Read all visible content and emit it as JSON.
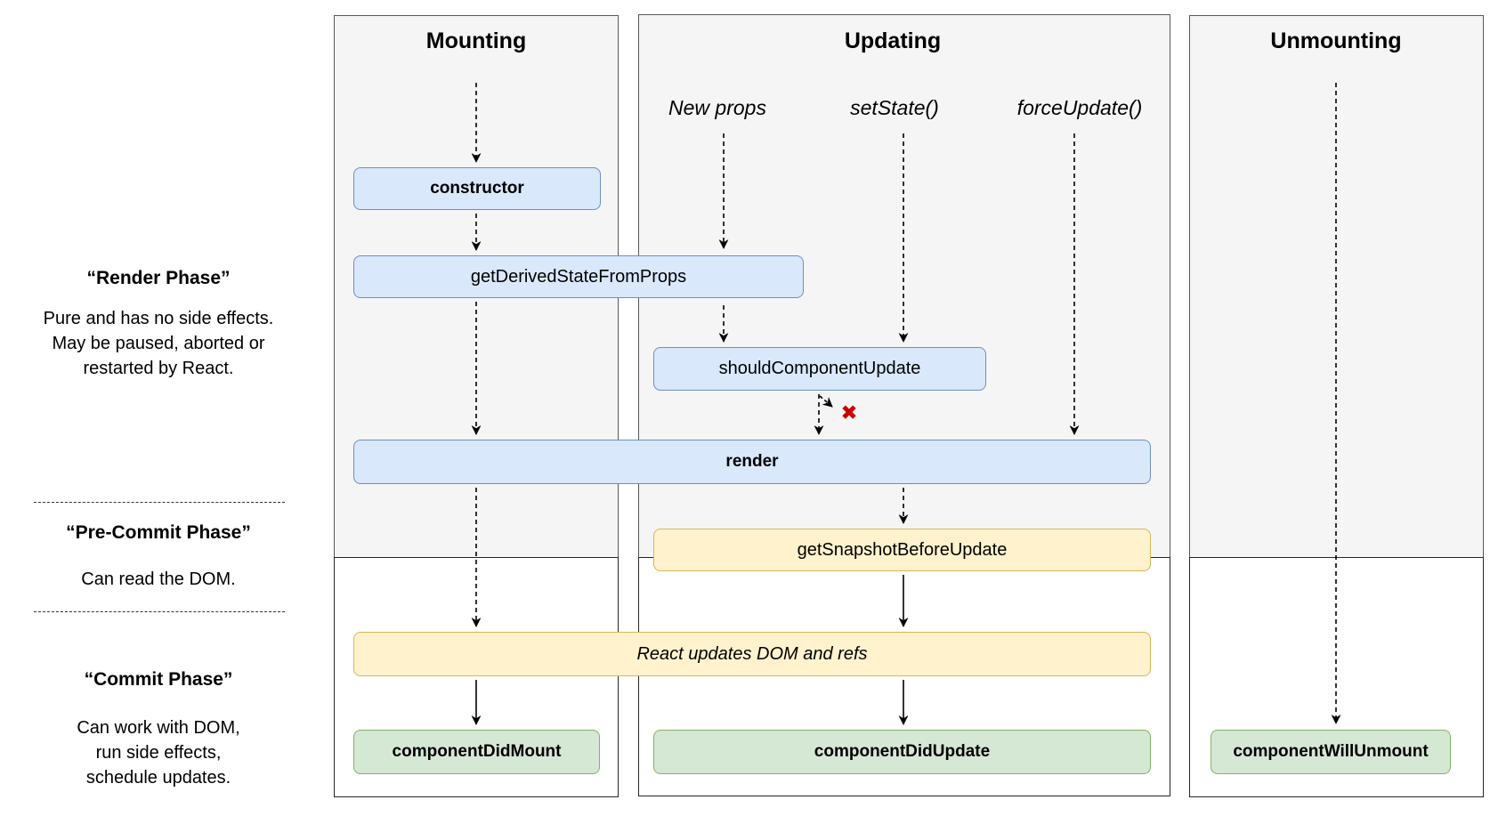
{
  "phase_panel": {
    "render_phase": {
      "title": "“Render Phase”",
      "lines": [
        "Pure and has no side effects.",
        "May be paused, aborted or",
        "restarted by React."
      ]
    },
    "pre_commit_phase": {
      "title": "“Pre-Commit Phase”",
      "lines": [
        "Can read the DOM."
      ]
    },
    "commit_phase": {
      "title": "“Commit Phase”",
      "lines": [
        "Can work with DOM,",
        "run side effects,",
        "schedule updates."
      ]
    }
  },
  "columns": {
    "mounting": {
      "title": "Mounting"
    },
    "updating": {
      "title": "Updating",
      "triggers": {
        "new_props": "New props",
        "set_state": "setState()",
        "force_update": "forceUpdate()"
      }
    },
    "unmounting": {
      "title": "Unmounting"
    }
  },
  "lifecycle_boxes": {
    "constructor": "constructor",
    "get_derived_state_from_props": "getDerivedStateFromProps",
    "should_component_update": "shouldComponentUpdate",
    "render": "render",
    "get_snapshot_before_update": "getSnapshotBeforeUpdate",
    "react_updates_dom_and_refs": "React updates DOM and refs",
    "component_did_mount": "componentDidMount",
    "component_did_update": "componentDidUpdate",
    "component_will_unmount": "componentWillUnmount"
  },
  "icons": {
    "stop_x": "✖"
  },
  "colors": {
    "node_blue_fill": "#dae8fc",
    "node_blue_stroke": "#6c8ebf",
    "node_yellow_fill": "#fff2cc",
    "node_yellow_stroke": "#d6b656",
    "node_green_fill": "#d5e8d4",
    "node_green_stroke": "#82b366",
    "column_gray_fill": "#f5f5f5",
    "stop_x_red": "#cc0000"
  }
}
